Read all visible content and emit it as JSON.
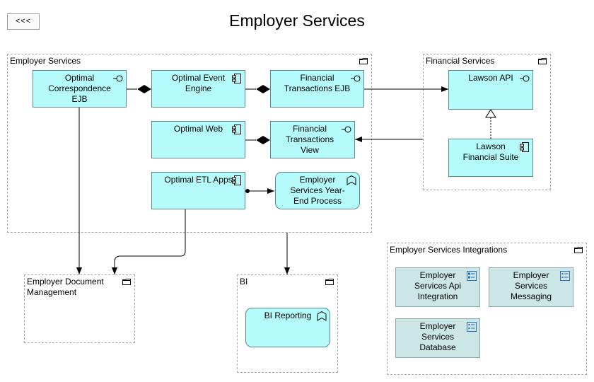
{
  "back_button": "<<<",
  "title": "Employer Services",
  "groups": {
    "employer_services": "Employer Services",
    "financial_services": "Financial Services",
    "document_management": "Employer Document Management",
    "bi": "BI",
    "integrations": "Employer Services Integrations"
  },
  "nodes": {
    "correspondence": "Optimal Correspondence EJB",
    "event_engine": "Optimal Event Engine",
    "fin_ejb": "Financial Transactions EJB",
    "web": "Optimal Web",
    "fin_view": "Financial Transactions View",
    "etl": "Optimal ETL Apps",
    "year_end": "Employer Services Year-End Process",
    "lawson_api": "Lawson API",
    "lawson_suite": "Lawson Financial Suite",
    "bi_reporting": "BI Reporting",
    "api_integration": "Employer Services Api Integration",
    "messaging": "Employer Services Messaging",
    "database": "Employer Services Database"
  },
  "icons": {
    "group": "folder-icon",
    "interface": "interface-icon",
    "component": "component-icon",
    "process": "process-icon",
    "data_object": "data-object-icon"
  }
}
